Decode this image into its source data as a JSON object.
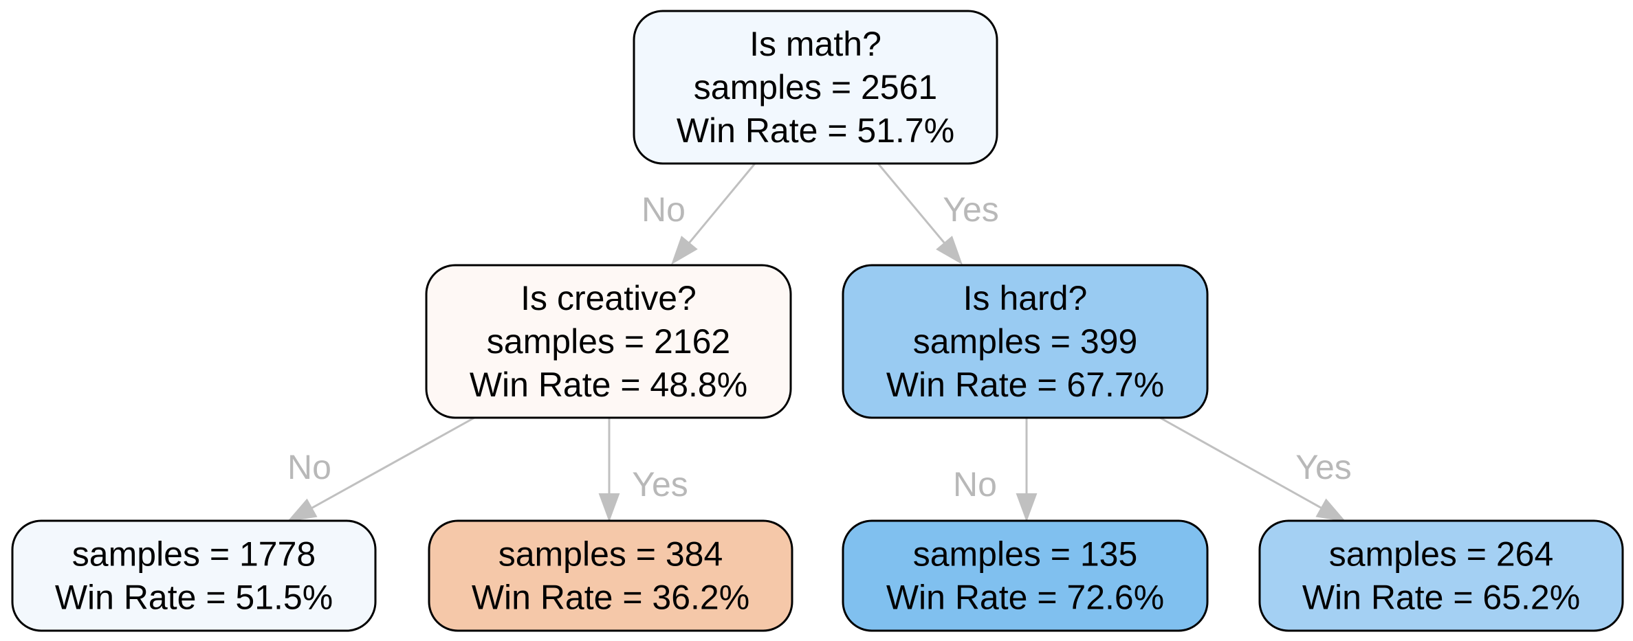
{
  "colors": {
    "edge": "#c0c0c0",
    "edge_label": "#b8b8b8",
    "border": "#000000",
    "text": "#000000"
  },
  "nodes": [
    {
      "id": "root",
      "lines": [
        "Is math?",
        "samples = 2561",
        "Win Rate = 51.7%"
      ],
      "fill": "#f2f8fe"
    },
    {
      "id": "creative",
      "lines": [
        "Is creative?",
        "samples = 2162",
        "Win Rate = 48.8%"
      ],
      "fill": "#fef8f5"
    },
    {
      "id": "hard",
      "lines": [
        "Is hard?",
        "samples = 399",
        "Win Rate = 67.7%"
      ],
      "fill": "#99cbf2"
    },
    {
      "id": "leaf-1778",
      "lines": [
        "samples = 1778",
        "Win Rate = 51.5%"
      ],
      "fill": "#f3f8fd"
    },
    {
      "id": "leaf-384",
      "lines": [
        "samples = 384",
        "Win Rate = 36.2%"
      ],
      "fill": "#f5c8a9"
    },
    {
      "id": "leaf-135",
      "lines": [
        "samples = 135",
        "Win Rate = 72.6%"
      ],
      "fill": "#80c0ef"
    },
    {
      "id": "leaf-264",
      "lines": [
        "samples = 264",
        "Win Rate = 65.2%"
      ],
      "fill": "#a4d0f3"
    }
  ],
  "edges": [
    {
      "id": "root-no",
      "from": "root",
      "to": "creative",
      "label": "No"
    },
    {
      "id": "root-yes",
      "from": "root",
      "to": "hard",
      "label": "Yes"
    },
    {
      "id": "creative-no",
      "from": "creative",
      "to": "leaf-1778",
      "label": "No"
    },
    {
      "id": "creative-yes",
      "from": "creative",
      "to": "leaf-384",
      "label": "Yes"
    },
    {
      "id": "hard-no",
      "from": "hard",
      "to": "leaf-135",
      "label": "No"
    },
    {
      "id": "hard-yes",
      "from": "hard",
      "to": "leaf-264",
      "label": "Yes"
    }
  ]
}
